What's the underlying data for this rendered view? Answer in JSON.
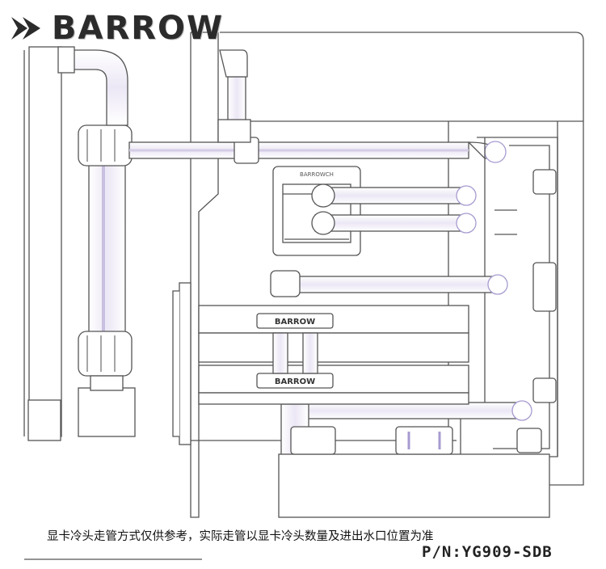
{
  "brand": {
    "name": "BARROW",
    "logo_icon": "barrow-logo-arrow-icon"
  },
  "cpu_block_label": "BARROWCH",
  "gpu_block_label": "BARROW",
  "note": "显卡冷头走管方式仅供参考，实际走管以显卡冷头数量及进出水口位置为准",
  "part_number": "P/N:YG909-SDB",
  "colors": {
    "line": "#555555",
    "tube_highlight": "#c9bfe0",
    "ink": "#2b2b2b"
  }
}
